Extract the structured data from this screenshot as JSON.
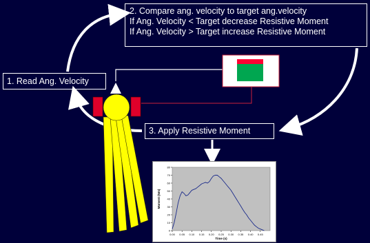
{
  "steps": {
    "compare": {
      "line1": "2. Compare ang. velocity to target ang.velocity",
      "line2": "If Ang. Velocity < Target decrease Resistive Moment",
      "line3": "If Ang. Velocity > Target increase Resistive Moment"
    },
    "read": "1. Read Ang. Velocity",
    "apply": "3. Apply Resistive Moment"
  },
  "colors": {
    "background": "#00003a",
    "arrow": "#ffffff",
    "feedback_line": "#cc1f3a",
    "limb": "#ffff00",
    "pad": "#e0002a",
    "indicator_top": "#ff0033",
    "indicator_bottom": "#00a650",
    "curve": "#1a2a8a",
    "plot_bg": "#c0c0c0"
  },
  "chart_data": {
    "type": "line",
    "ylabel": "Moment (Nm)",
    "xlabel": "Time (s)",
    "xlim": [
      0,
      0.5
    ],
    "ylim": [
      0,
      80
    ],
    "xticks": [
      "0.00",
      "0.05",
      "0.10",
      "0.15",
      "0.20",
      "0.25",
      "0.30",
      "0.35",
      "0.40",
      "0.45"
    ],
    "yticks": [
      "0",
      "10",
      "20",
      "30",
      "40",
      "50",
      "60",
      "70",
      "80"
    ],
    "x": [
      0.0,
      0.01,
      0.02,
      0.03,
      0.04,
      0.05,
      0.06,
      0.07,
      0.08,
      0.09,
      0.1,
      0.11,
      0.12,
      0.13,
      0.14,
      0.15,
      0.16,
      0.17,
      0.18,
      0.19,
      0.2,
      0.21,
      0.22,
      0.23,
      0.24,
      0.25,
      0.26,
      0.27,
      0.28,
      0.29,
      0.3,
      0.31,
      0.32,
      0.33,
      0.34,
      0.35,
      0.36,
      0.37,
      0.38,
      0.39,
      0.4,
      0.41,
      0.42,
      0.43,
      0.44,
      0.45,
      0.46,
      0.47
    ],
    "y": [
      2,
      10,
      22,
      35,
      44,
      49,
      47,
      44,
      45,
      48,
      51,
      52,
      53,
      55,
      57,
      59,
      60,
      61,
      60,
      62,
      66,
      69,
      70,
      70,
      68,
      66,
      63,
      60,
      57,
      54,
      51,
      47,
      43,
      39,
      35,
      31,
      27,
      23,
      20,
      16,
      13,
      10,
      7,
      5,
      3,
      2,
      1,
      0
    ]
  }
}
